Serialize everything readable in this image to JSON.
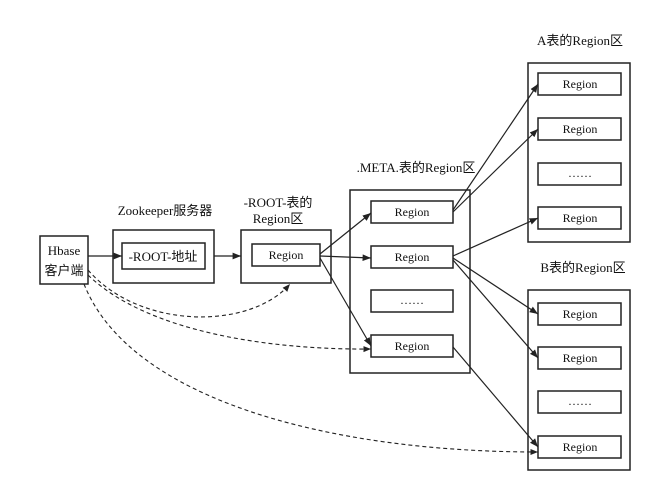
{
  "client": {
    "line1": "Hbase",
    "line2": "客户端"
  },
  "zookeeper": {
    "title": "Zookeeper服务器",
    "content": "-ROOT-地址"
  },
  "root_table": {
    "title_line1": "-ROOT-表的",
    "title_line2": "Region区",
    "region": "Region"
  },
  "meta_table": {
    "title": ".META.表的Region区",
    "regions": [
      "Region",
      "Region",
      "……",
      "Region"
    ]
  },
  "table_a": {
    "title": "A表的Region区",
    "regions": [
      "Region",
      "Region",
      "……",
      "Region"
    ]
  },
  "table_b": {
    "title": "B表的Region区",
    "regions": [
      "Region",
      "Region",
      "……",
      "Region"
    ]
  }
}
